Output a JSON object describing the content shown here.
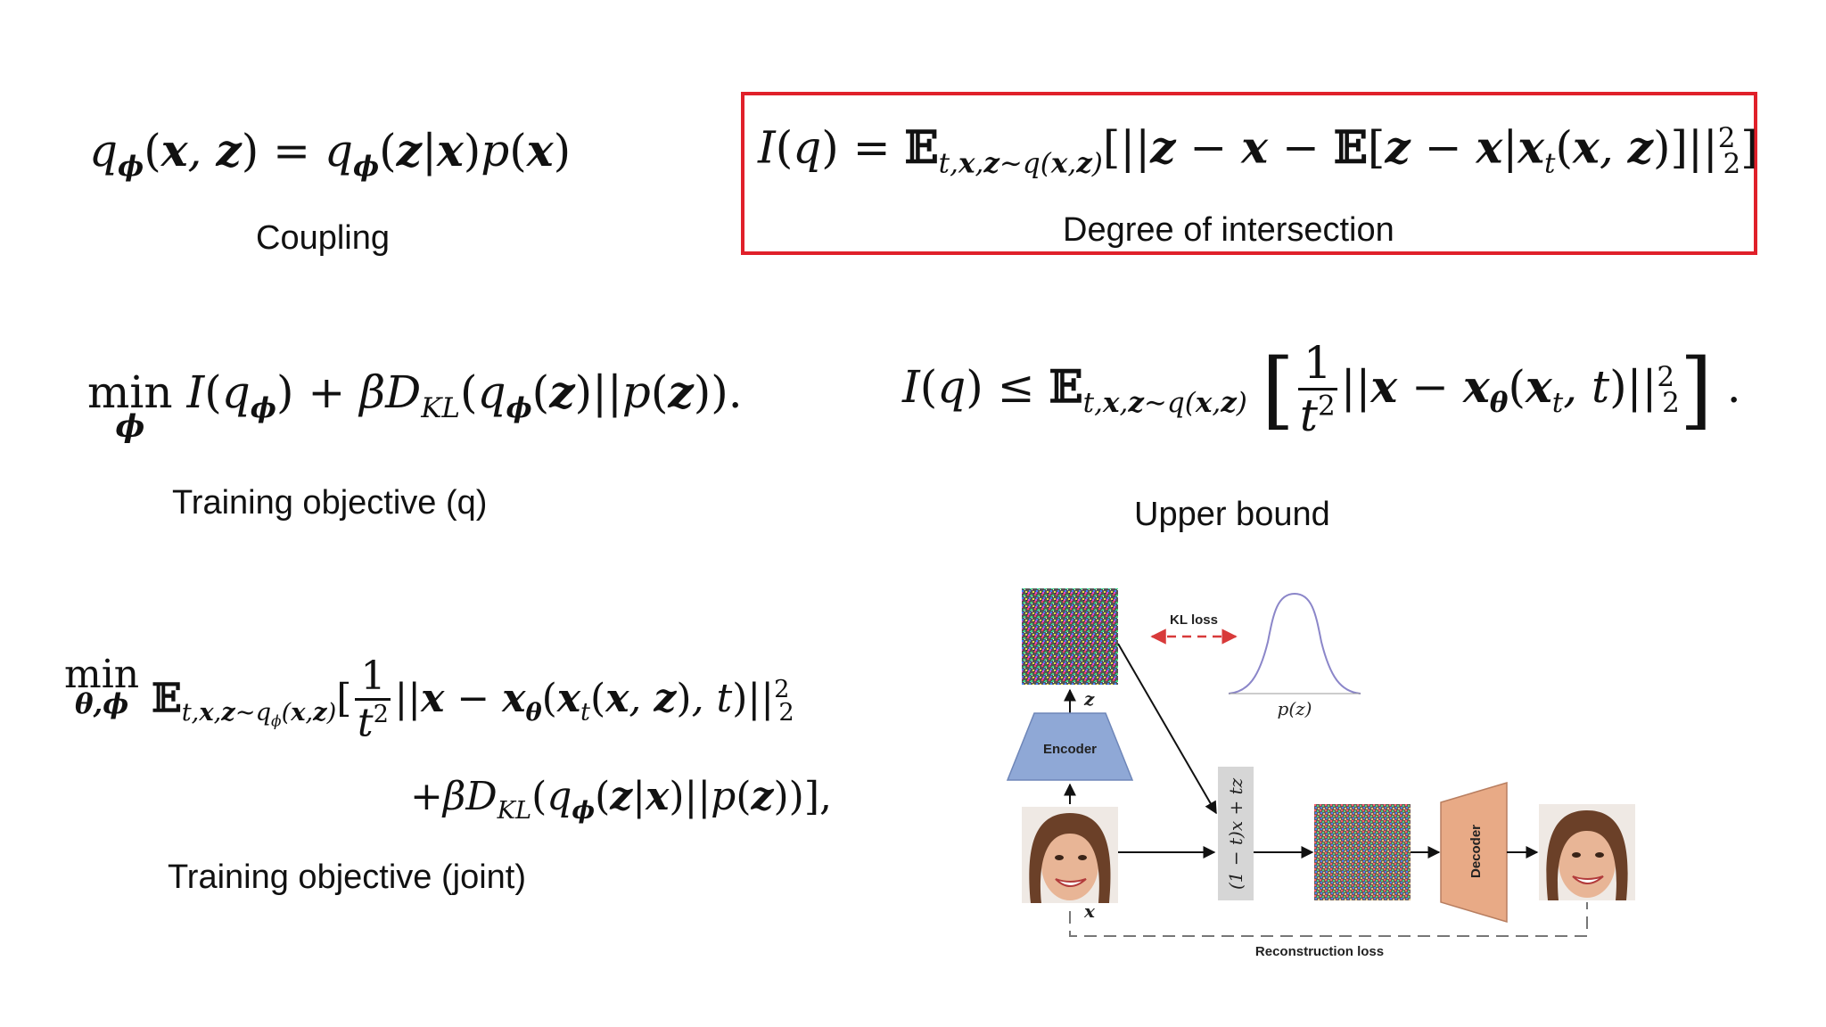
{
  "captions": {
    "coupling": "Coupling",
    "degree": "Degree of intersection",
    "training_q": "Training objective (q)",
    "upper_bound": "Upper bound",
    "training_joint": "Training objective (joint)"
  },
  "diagram": {
    "kl_loss": "KL loss",
    "pz": "p(z)",
    "z": "z",
    "x": "x",
    "encoder": "Encoder",
    "decoder": "Decoder",
    "interp": "(1 − t)x + tz",
    "recon_loss": "Reconstruction loss"
  },
  "colors": {
    "highlight": "#e0202a",
    "encoder": "#8fa8d6",
    "decoder": "#e8aa86",
    "kl_arrow": "#d83a3a"
  }
}
